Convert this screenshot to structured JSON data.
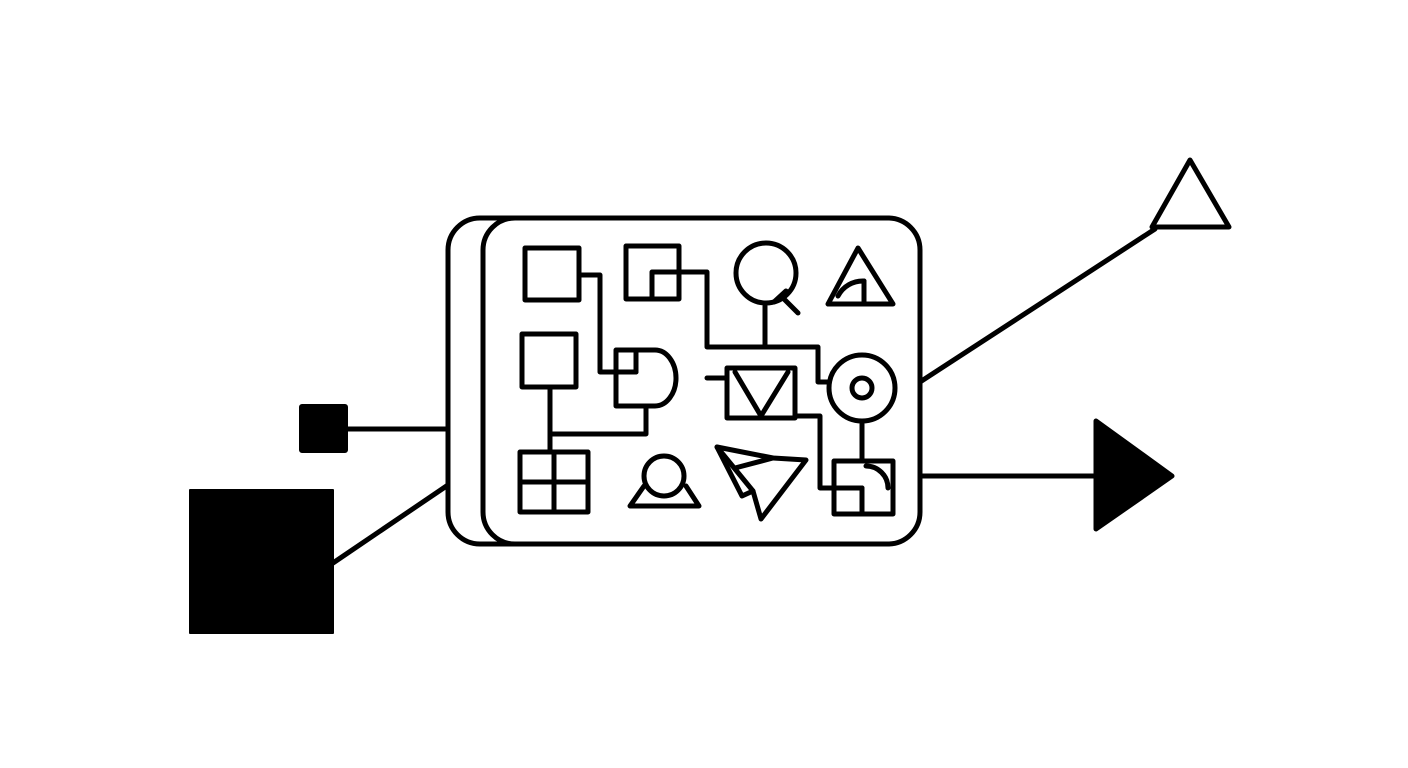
{
  "colors": {
    "background": "#ffffff",
    "ink": "#000000"
  },
  "elements": {
    "large_input_block": "filled-square",
    "small_input_block": "filled-square",
    "central_module": "rounded-rectangle",
    "output_top": "outline-triangle",
    "output_right": "filled-arrowhead"
  },
  "module_icons": [
    "square-icon",
    "nested-square-icon",
    "magnifier-icon",
    "triangle-quadrant-icon",
    "square-icon",
    "puzzle-square-icon",
    "envelope-icon",
    "target-icon",
    "grid-icon",
    "person-icon",
    "paper-plane-icon",
    "quadrant-square-icon"
  ]
}
